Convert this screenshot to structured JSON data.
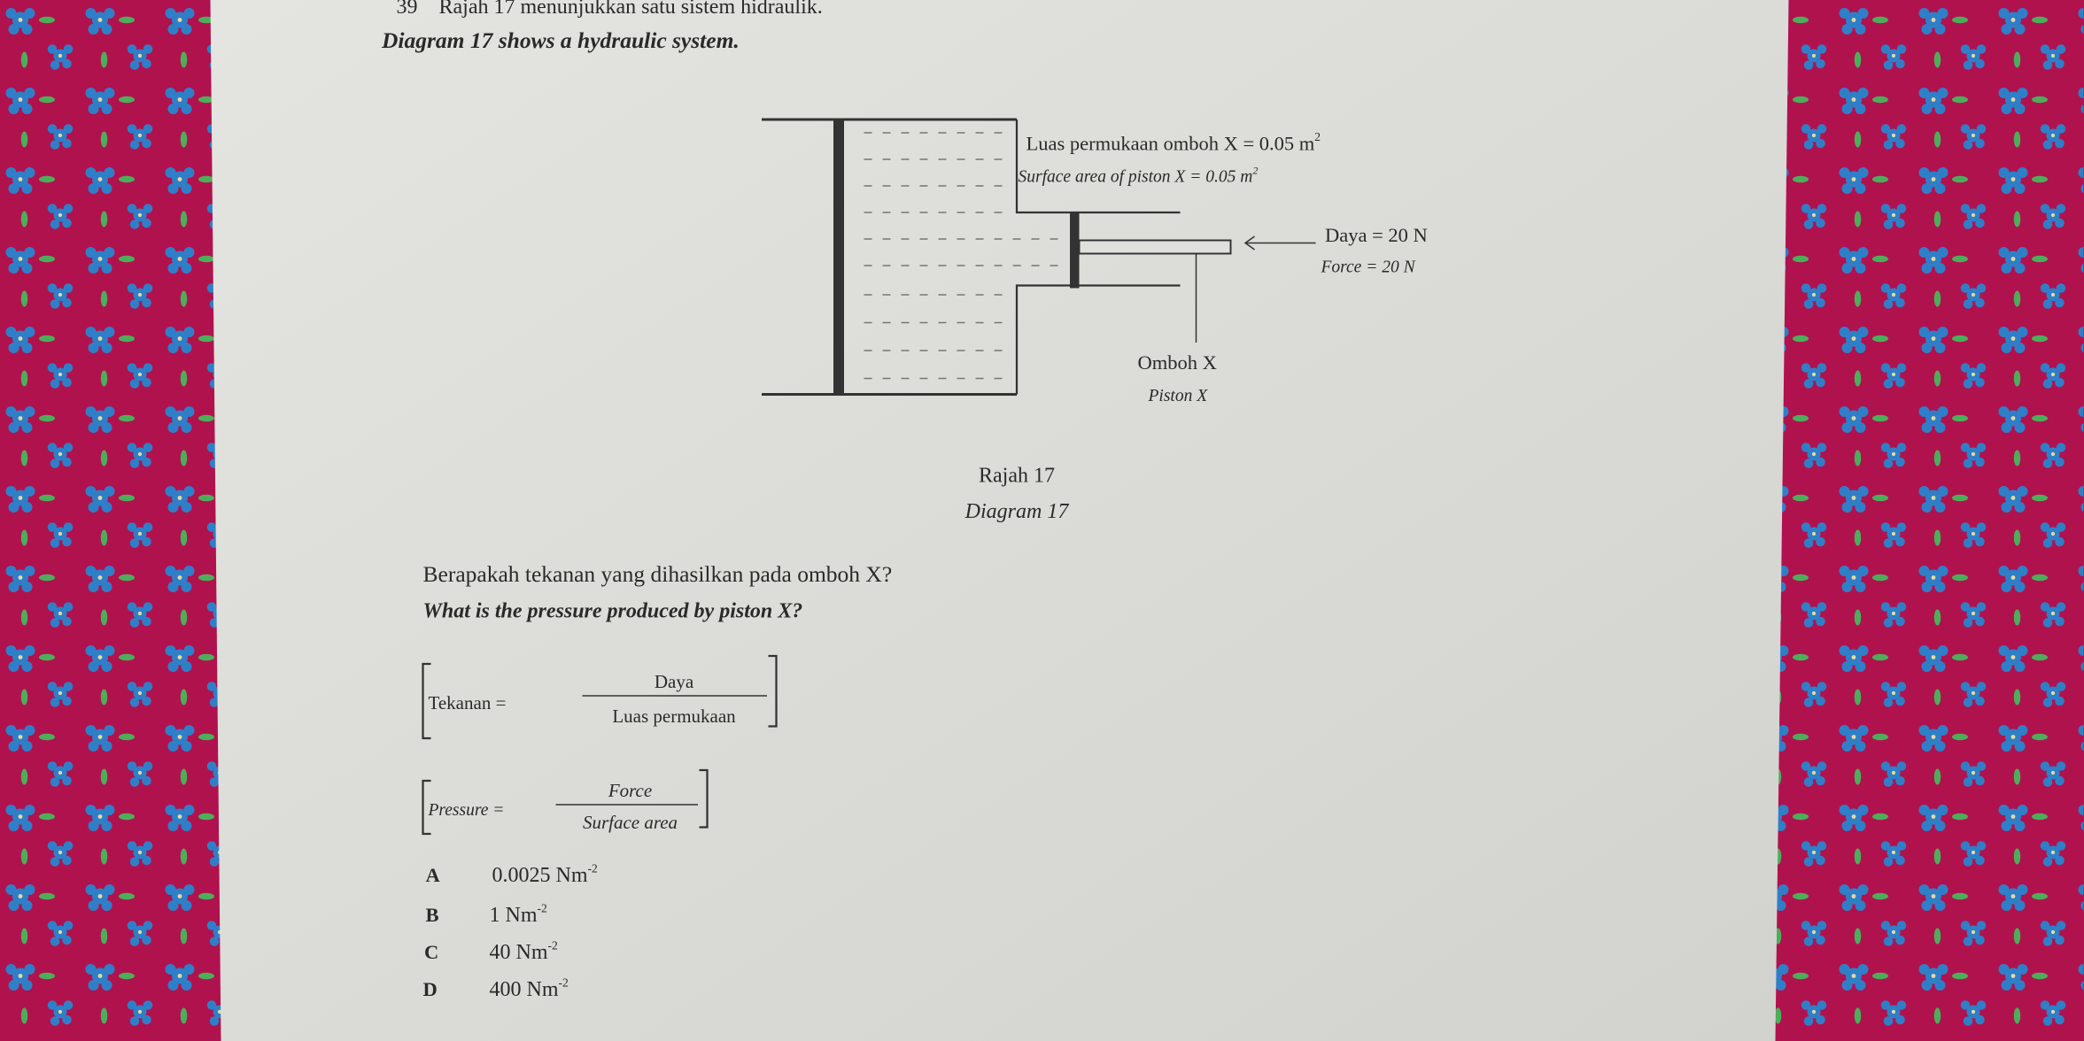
{
  "question": {
    "number": "39",
    "intro_malay": "Rajah 17 menunjukkan satu sistem hidraulik.",
    "intro_english": "Diagram 17 shows a hydraulic system."
  },
  "diagram": {
    "area_label_malay": "Luas permukaan omboh X = 0.05 m",
    "area_label_english": "Surface area of piston X = 0.05 m",
    "area_exponent": "2",
    "force_label_malay": "Daya = 20 N",
    "force_label_english": "Force = 20 N",
    "piston_label_malay": "Omboh X",
    "piston_label_english": "Piston X",
    "caption_malay": "Rajah 17",
    "caption_english": "Diagram 17"
  },
  "prompt": {
    "malay": "Berapakah tekanan yang dihasilkan pada omboh X?",
    "english": "What is the pressure produced by piston X?"
  },
  "formulas": {
    "malay": {
      "lhs": "Tekanan =",
      "numerator": "Daya",
      "denominator": "Luas permukaan"
    },
    "english": {
      "lhs": "Pressure =",
      "numerator": "Force",
      "denominator": "Surface area"
    }
  },
  "options": [
    {
      "letter": "A",
      "value": "0.0025 Nm",
      "exp": "-2"
    },
    {
      "letter": "B",
      "value": "1 Nm",
      "exp": "-2"
    },
    {
      "letter": "C",
      "value": "40 Nm",
      "exp": "-2"
    },
    {
      "letter": "D",
      "value": "400 Nm",
      "exp": "-2"
    }
  ],
  "colors": {
    "fabric": "#b0124e",
    "flower": "#2f7fc8",
    "paper": "#dcdcd8",
    "ink": "#2a2a2a"
  }
}
